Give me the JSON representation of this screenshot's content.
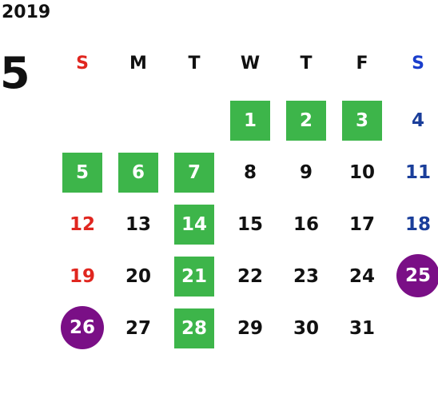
{
  "calendar": {
    "year": "2019",
    "month": "5",
    "weekdays": [
      {
        "label": "S",
        "color": "#e0261f"
      },
      {
        "label": "M",
        "color": "#111111"
      },
      {
        "label": "T",
        "color": "#111111"
      },
      {
        "label": "W",
        "color": "#111111"
      },
      {
        "label": "T",
        "color": "#111111"
      },
      {
        "label": "F",
        "color": "#111111"
      },
      {
        "label": "S",
        "color": "#1a3ecc"
      }
    ],
    "colors": {
      "holiday_green": "#3db54a",
      "special_purple": "#7a0f86",
      "sunday_red": "#e0261f",
      "saturday_blue": "#1a3e9a"
    },
    "days": [
      {
        "day": "1",
        "weekday": 3,
        "week": 0,
        "style": "green"
      },
      {
        "day": "2",
        "weekday": 4,
        "week": 0,
        "style": "green"
      },
      {
        "day": "3",
        "weekday": 5,
        "week": 0,
        "style": "green"
      },
      {
        "day": "4",
        "weekday": 6,
        "week": 0,
        "style": "blue"
      },
      {
        "day": "5",
        "weekday": 0,
        "week": 1,
        "style": "green"
      },
      {
        "day": "6",
        "weekday": 1,
        "week": 1,
        "style": "green"
      },
      {
        "day": "7",
        "weekday": 2,
        "week": 1,
        "style": "green"
      },
      {
        "day": "8",
        "weekday": 3,
        "week": 1,
        "style": "normal"
      },
      {
        "day": "9",
        "weekday": 4,
        "week": 1,
        "style": "normal"
      },
      {
        "day": "10",
        "weekday": 5,
        "week": 1,
        "style": "normal"
      },
      {
        "day": "11",
        "weekday": 6,
        "week": 1,
        "style": "blue"
      },
      {
        "day": "12",
        "weekday": 0,
        "week": 2,
        "style": "red"
      },
      {
        "day": "13",
        "weekday": 1,
        "week": 2,
        "style": "normal"
      },
      {
        "day": "14",
        "weekday": 2,
        "week": 2,
        "style": "green"
      },
      {
        "day": "15",
        "weekday": 3,
        "week": 2,
        "style": "normal"
      },
      {
        "day": "16",
        "weekday": 4,
        "week": 2,
        "style": "normal"
      },
      {
        "day": "17",
        "weekday": 5,
        "week": 2,
        "style": "normal"
      },
      {
        "day": "18",
        "weekday": 6,
        "week": 2,
        "style": "blue"
      },
      {
        "day": "19",
        "weekday": 0,
        "week": 3,
        "style": "red"
      },
      {
        "day": "20",
        "weekday": 1,
        "week": 3,
        "style": "normal"
      },
      {
        "day": "21",
        "weekday": 2,
        "week": 3,
        "style": "green"
      },
      {
        "day": "22",
        "weekday": 3,
        "week": 3,
        "style": "normal"
      },
      {
        "day": "23",
        "weekday": 4,
        "week": 3,
        "style": "normal"
      },
      {
        "day": "24",
        "weekday": 5,
        "week": 3,
        "style": "normal"
      },
      {
        "day": "25",
        "weekday": 6,
        "week": 3,
        "style": "purple"
      },
      {
        "day": "26",
        "weekday": 0,
        "week": 4,
        "style": "purple"
      },
      {
        "day": "27",
        "weekday": 1,
        "week": 4,
        "style": "normal"
      },
      {
        "day": "28",
        "weekday": 2,
        "week": 4,
        "style": "green"
      },
      {
        "day": "29",
        "weekday": 3,
        "week": 4,
        "style": "normal"
      },
      {
        "day": "30",
        "weekday": 4,
        "week": 4,
        "style": "normal"
      },
      {
        "day": "31",
        "weekday": 5,
        "week": 4,
        "style": "normal"
      }
    ]
  }
}
